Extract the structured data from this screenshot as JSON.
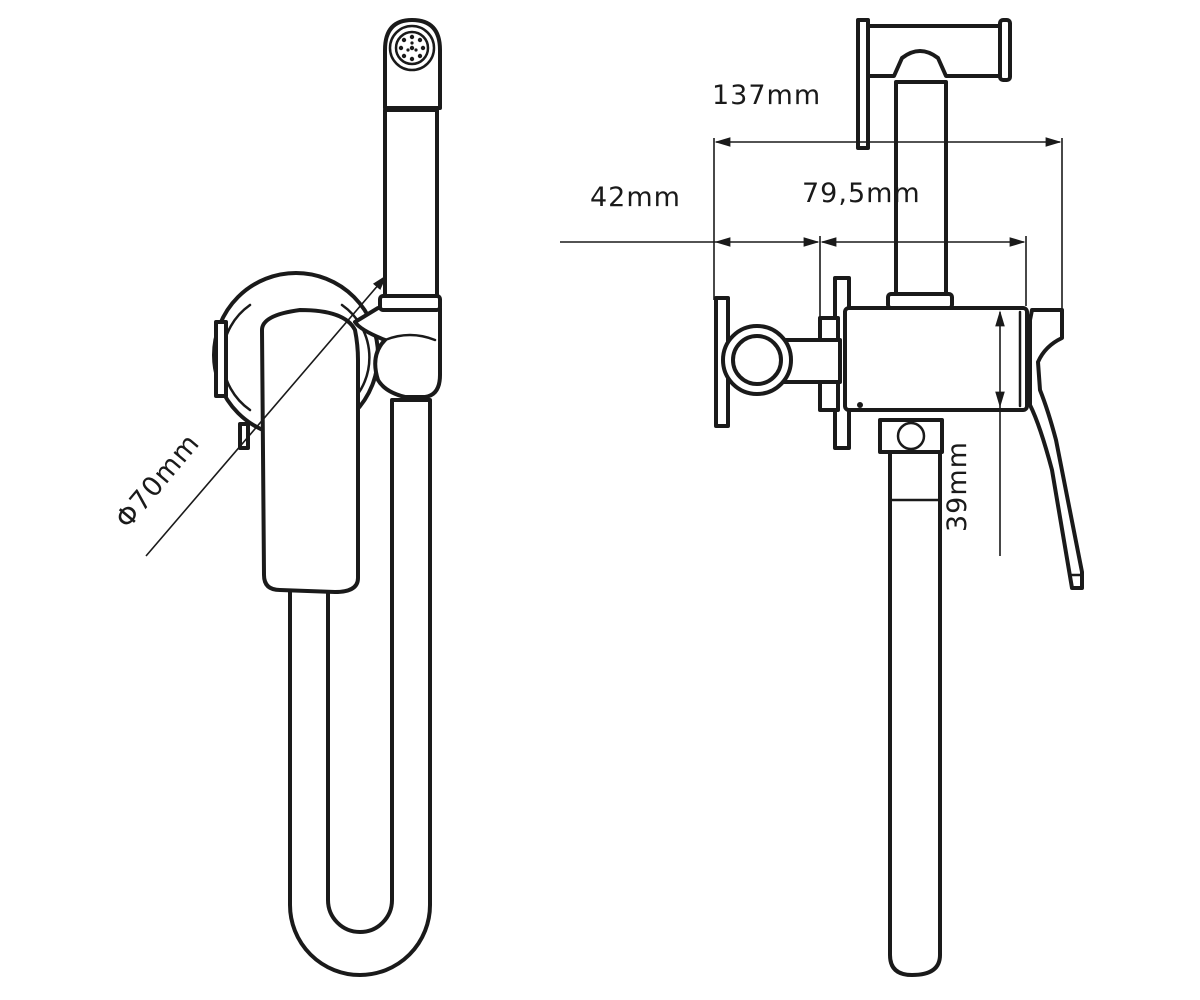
{
  "dimensions": {
    "diameter": "Φ70mm",
    "overall_length": "137mm",
    "wall_offset": "42mm",
    "body_length": "79,5mm",
    "body_height": "39mm"
  }
}
